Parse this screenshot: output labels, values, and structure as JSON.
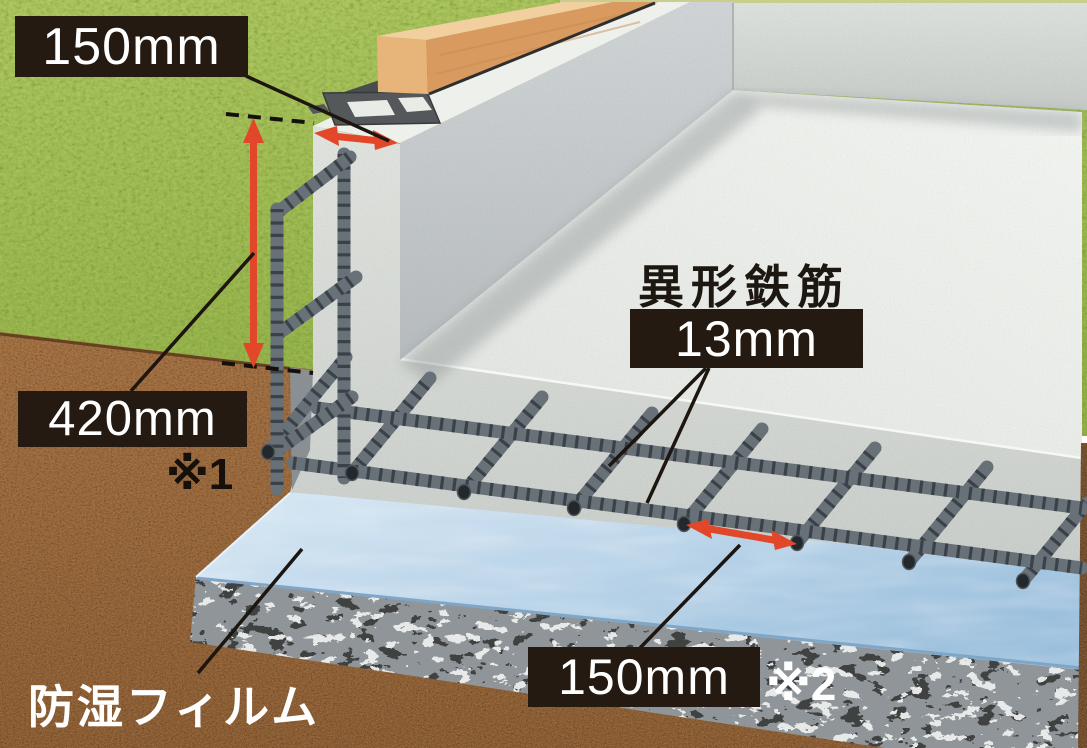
{
  "annotations": {
    "wall_width_label": "150mm",
    "stem_height_label": "420mm",
    "stem_height_note": "※1",
    "rebar_heading": "異形鉄筋",
    "rebar_diameter_label": "13mm",
    "rebar_pitch_label": "150mm",
    "rebar_pitch_note": "※2",
    "film_label": "防湿フィルム"
  },
  "colors": {
    "label_box_bg": "#241a11",
    "label_text": "#ffffff",
    "dimension_arrow_red": "#e2472a",
    "leader_line": "#1c1510",
    "grass": "#9fbc4e",
    "soil": "#a26d3c",
    "gravel": "#8f9598",
    "moisture_film_blue": "#aecde4",
    "concrete": "#ccd0d2",
    "wood_sill": "#e9b77c"
  }
}
